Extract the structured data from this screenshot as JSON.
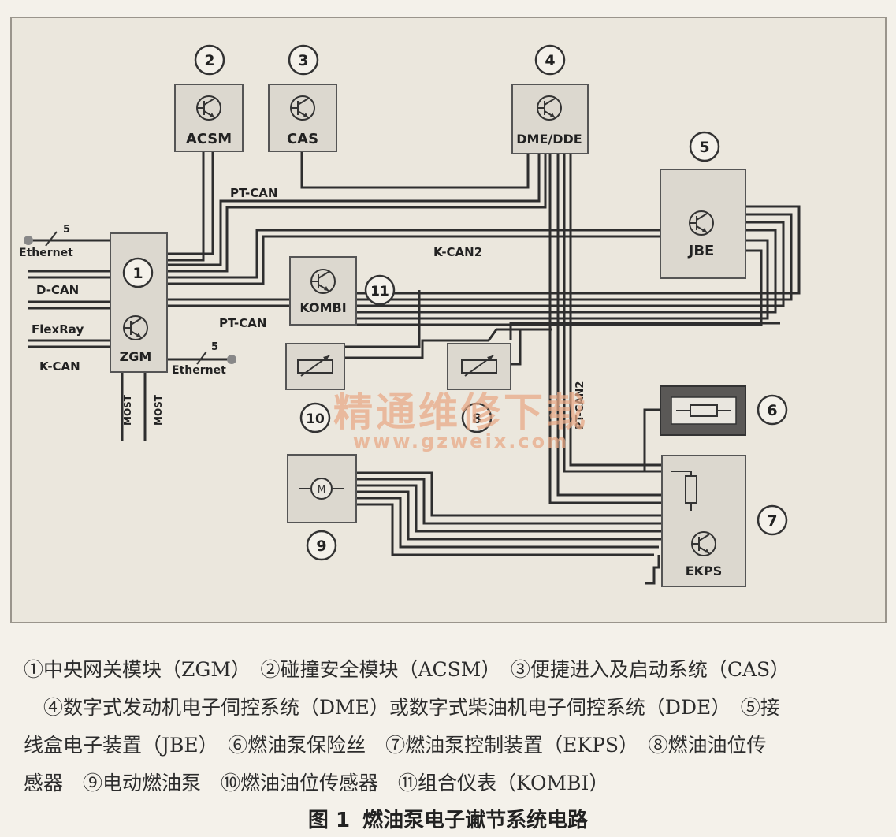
{
  "diagram": {
    "modules": {
      "acsm": {
        "num": "2",
        "label": "ACSM"
      },
      "cas": {
        "num": "3",
        "label": "CAS"
      },
      "dme": {
        "num": "4",
        "label": "DME/DDE"
      },
      "jbe": {
        "num": "5",
        "label": "JBE"
      },
      "zgm": {
        "num": "1",
        "label": "ZGM"
      },
      "kombi": {
        "num": "11",
        "label": "KOMBI"
      },
      "sensor10": {
        "num": "10"
      },
      "sensor8": {
        "num": "8"
      },
      "fuse": {
        "num": "6"
      },
      "ekps": {
        "num": "7",
        "label": "EKPS"
      },
      "pump": {
        "num": "9"
      }
    },
    "bus_labels": {
      "pt_can_top": "PT-CAN",
      "k_can2": "K-CAN2",
      "pt_can_mid": "PT-CAN",
      "ethernet_left": "Ethernet",
      "ethernet_left_count": "5",
      "d_can": "D-CAN",
      "flexray": "FlexRay",
      "k_can": "K-CAN",
      "ethernet_right": "Ethernet",
      "ethernet_right_count": "5",
      "most1": "MOST",
      "most2": "MOST",
      "pt_can2_vertical": "PT-CAN2"
    },
    "watermark": {
      "main": "精通维修下载",
      "url": "www.gzweix.com"
    }
  },
  "caption": {
    "line1": "①中央网关模块（ZGM）　②碰撞安全模块（ACSM）　③便捷进入及启动系统（CAS）",
    "line2": "　④数字式发动机电子伺控系统（DME）或数字式柴油机电子伺控系统（DDE）　⑤接",
    "line3": "线盒电子装置（JBE）　⑥燃油泵保险丝　⑦燃油泵控制装置（EKPS）　⑧燃油油位传",
    "line4": "感器　⑨电动燃油泵　⑩燃油油位传感器　⑪组合仪表（KOMBI）",
    "fig_label": "图 1",
    "fig_title": "燃油泵电子谳节系统电路"
  }
}
